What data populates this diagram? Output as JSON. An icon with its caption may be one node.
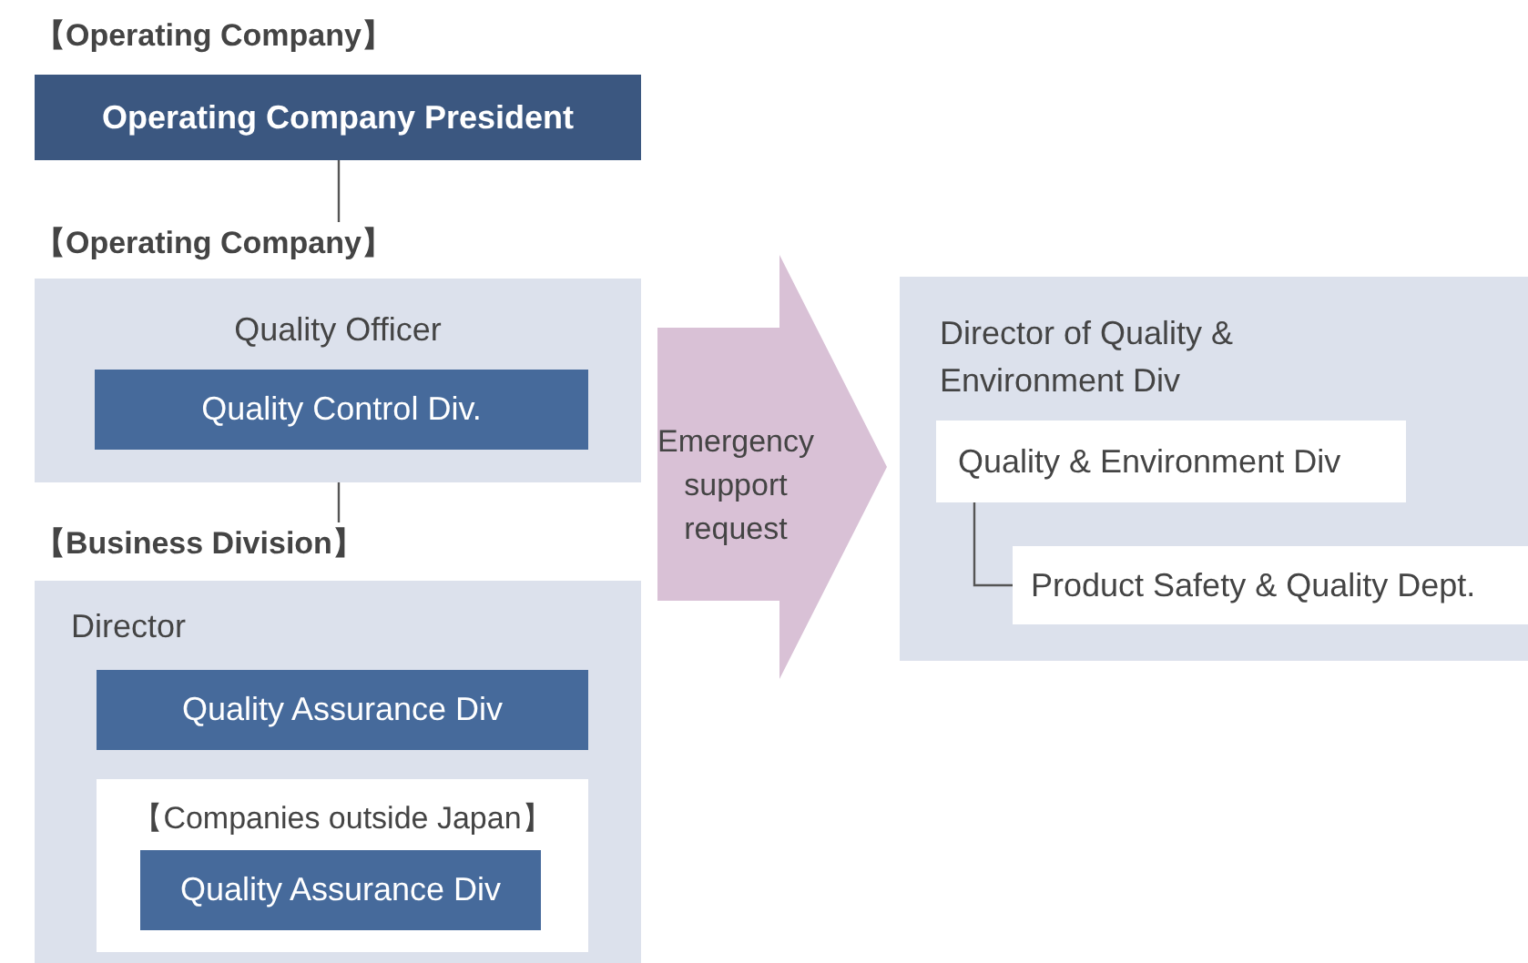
{
  "diagram": {
    "nodes": [
      {
        "text": [
          "【Operating Company】",
          "Operating Company President"
        ]
      },
      {
        "text": [
          "【Operating Company】",
          "Quality Officer"
        ]
      },
      {
        "text": [
          "Quality Control Div."
        ],
        "in": 1
      },
      {
        "text": [
          "【Business Division】",
          "Director"
        ]
      },
      {
        "text": [
          "Quality Assurance Div"
        ],
        "in": 3
      },
      {
        "text": [
          "【Companies outside Japan】"
        ],
        "in": 3
      },
      {
        "text": [
          "Quality Assurance Div"
        ],
        "in": 5
      },
      {
        "text": [
          "Emergency support request"
        ]
      },
      {
        "text": [
          "Director of Quality & Environment Div"
        ]
      },
      {
        "text": [
          "Quality & Environment Div"
        ],
        "in": 8
      },
      {
        "text": [
          "Product Safety & Quality Dept."
        ],
        "in": 8
      }
    ],
    "edges": [
      {
        "from": 0,
        "to": 1,
        "arrow": "none"
      },
      {
        "from": 1,
        "to": 3,
        "arrow": "none"
      },
      {
        "from": 9,
        "to": 10,
        "arrow": "none"
      }
    ]
  }
}
